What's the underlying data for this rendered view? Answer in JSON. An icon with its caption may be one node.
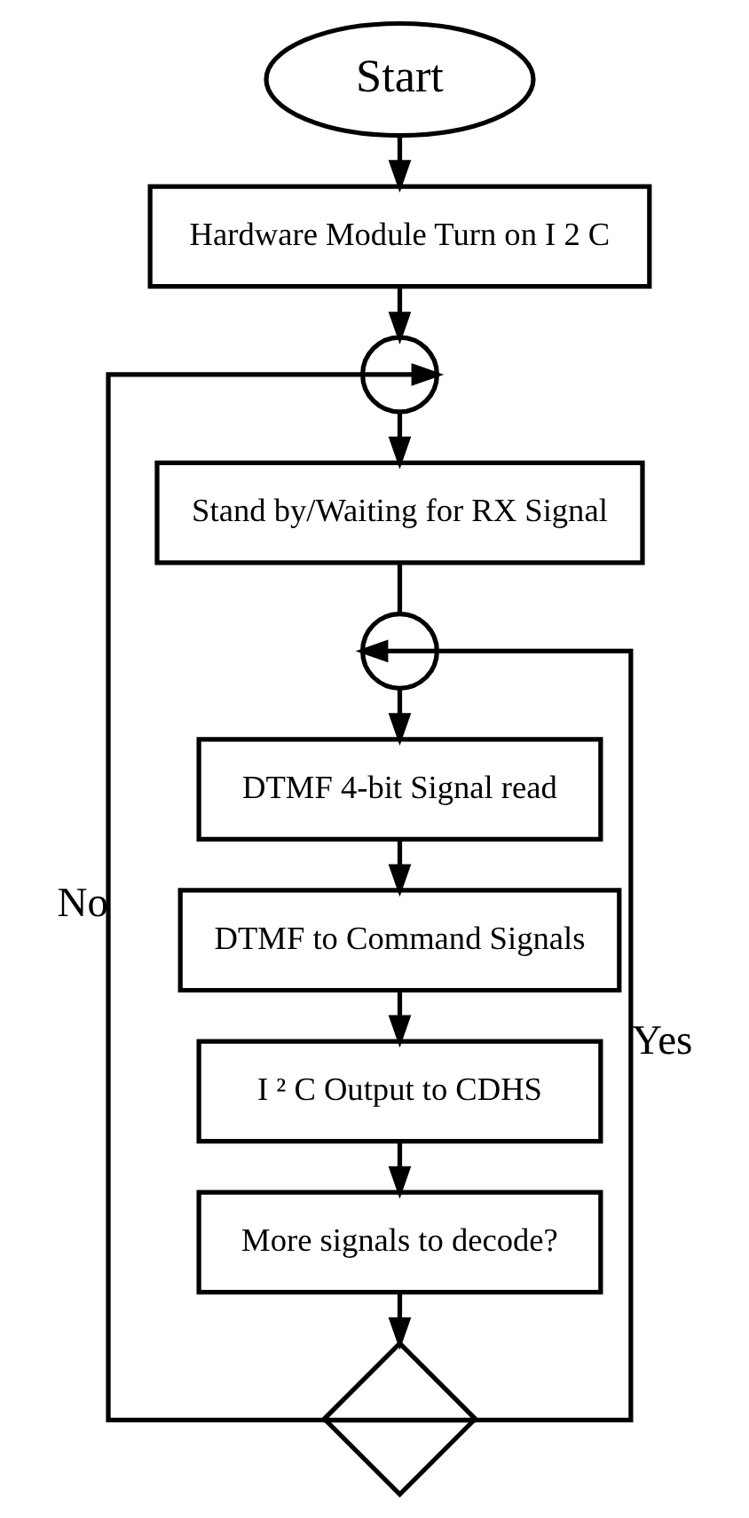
{
  "diagram": {
    "nodes": [
      {
        "text": [
          "Start"
        ]
      },
      {
        "text": [
          "Hardware Module Turn on I 2 C"
        ]
      },
      {
        "text": [],
        "shape": "circle"
      },
      {
        "text": [
          "Stand by/Waiting for RX Signal"
        ]
      },
      {
        "text": [],
        "shape": "circle"
      },
      {
        "text": [
          "DTMF 4-bit Signal read"
        ]
      },
      {
        "text": [
          "DTMF to Command Signals"
        ]
      },
      {
        "text": [
          "I ² C Output to CDHS"
        ]
      },
      {
        "text": [
          "More signals to decode?"
        ]
      },
      {
        "text": [],
        "shape": "diamond"
      }
    ],
    "edges": [
      {
        "from": 0,
        "to": 1,
        "arrow": "to"
      },
      {
        "from": 1,
        "to": 2,
        "arrow": "to"
      },
      {
        "from": 2,
        "to": 3,
        "arrow": "to"
      },
      {
        "from": 3,
        "to": 4,
        "arrow": "none"
      },
      {
        "from": 4,
        "to": 5,
        "arrow": "to"
      },
      {
        "from": 5,
        "to": 6,
        "arrow": "to"
      },
      {
        "from": 6,
        "to": 7,
        "arrow": "to"
      },
      {
        "from": 7,
        "to": 8,
        "arrow": "to"
      },
      {
        "from": 8,
        "to": 9,
        "arrow": "to"
      },
      {
        "from": 9,
        "to": 2,
        "arrow": "to",
        "label": "No"
      },
      {
        "from": 9,
        "to": 4,
        "arrow": "to",
        "label": "Yes"
      }
    ]
  }
}
